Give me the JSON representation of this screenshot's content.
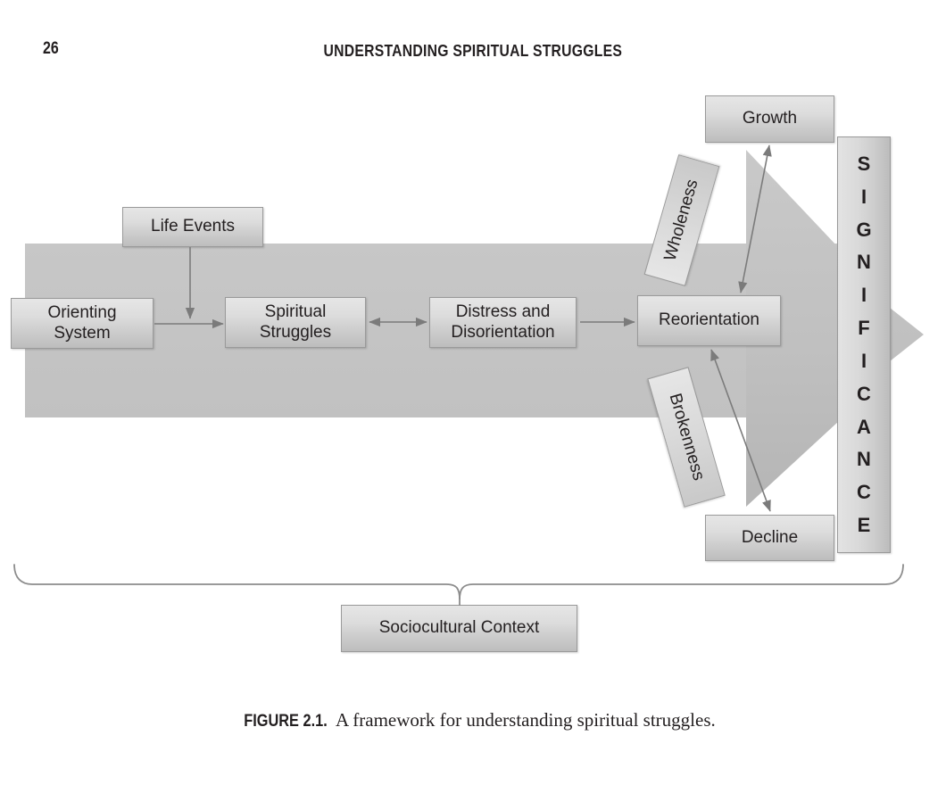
{
  "page": {
    "number": "26",
    "running_head": "UNDERSTANDING SPIRITUAL STRUGGLES"
  },
  "caption": {
    "figure_label": "FIGURE 2.1.",
    "figure_text": "A framework for understanding spiritual struggles."
  },
  "diagram": {
    "title": "A framework for understanding spiritual struggles",
    "colors": {
      "band_fill": "#c4c4c4",
      "box_fill_top": "#e6e6e6",
      "box_fill_bottom": "#bdbdbd",
      "box_border": "#9a9a9a",
      "arrow_stroke": "#7b7b7b",
      "big_arrow_fill": "#bfbfbf",
      "text": "#231f20",
      "background": "#ffffff"
    },
    "nodes": {
      "life_events": "Life Events",
      "orienting_system_line1": "Orienting",
      "orienting_system_line2": "System",
      "spiritual_struggles_line1": "Spiritual",
      "spiritual_struggles_line2": "Struggles",
      "distress_line1": "Distress and",
      "distress_line2": "Disorientation",
      "reorientation": "Reorientation",
      "growth": "Growth",
      "decline": "Decline",
      "wholeness": "Wholeness",
      "brokenness": "Brokenness",
      "sociocultural_context": "Sociocultural Context"
    },
    "significance": {
      "label": "SIGNIFICANCE",
      "letters": [
        "S",
        "I",
        "G",
        "N",
        "I",
        "F",
        "I",
        "C",
        "A",
        "N",
        "C",
        "E"
      ]
    },
    "edges": [
      {
        "from": "Life Events",
        "to": "Spiritual Struggles",
        "type": "single"
      },
      {
        "from": "Orienting System",
        "to": "Spiritual Struggles",
        "type": "single"
      },
      {
        "from": "Spiritual Struggles",
        "to": "Distress and Disorientation",
        "type": "double"
      },
      {
        "from": "Distress and Disorientation",
        "to": "Reorientation",
        "type": "single"
      },
      {
        "from": "Reorientation",
        "to": "Growth",
        "type": "double"
      },
      {
        "from": "Reorientation",
        "to": "Decline",
        "type": "double"
      },
      {
        "from": "Sociocultural Context",
        "to": "whole framework",
        "type": "brace"
      }
    ]
  }
}
